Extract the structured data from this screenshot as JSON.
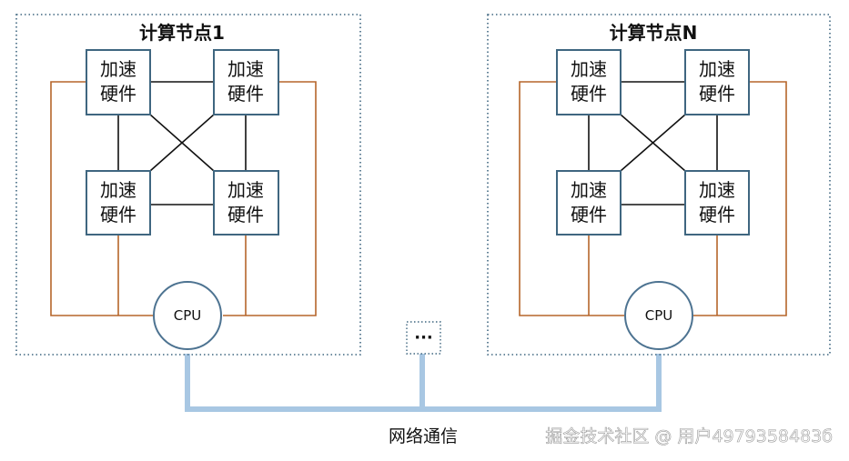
{
  "colors": {
    "box_border": "#3f6680",
    "cpu_border": "#4d7391",
    "orange_wire": "#b5652a",
    "network_wire": "#a8c7e3",
    "node_border": "#3f6680"
  },
  "nodes": [
    {
      "title": "计算节点1",
      "accelerators": [
        {
          "line1": "加速",
          "line2": "硬件"
        },
        {
          "line1": "加速",
          "line2": "硬件"
        },
        {
          "line1": "加速",
          "line2": "硬件"
        },
        {
          "line1": "加速",
          "line2": "硬件"
        }
      ],
      "cpu_label": "CPU"
    },
    {
      "title": "计算节点N",
      "accelerators": [
        {
          "line1": "加速",
          "line2": "硬件"
        },
        {
          "line1": "加速",
          "line2": "硬件"
        },
        {
          "line1": "加速",
          "line2": "硬件"
        },
        {
          "line1": "加速",
          "line2": "硬件"
        }
      ],
      "cpu_label": "CPU"
    }
  ],
  "middle_box_label": "···",
  "network_label": "网络通信",
  "watermark": "掘金技术社区 @ 用户4979358483б"
}
